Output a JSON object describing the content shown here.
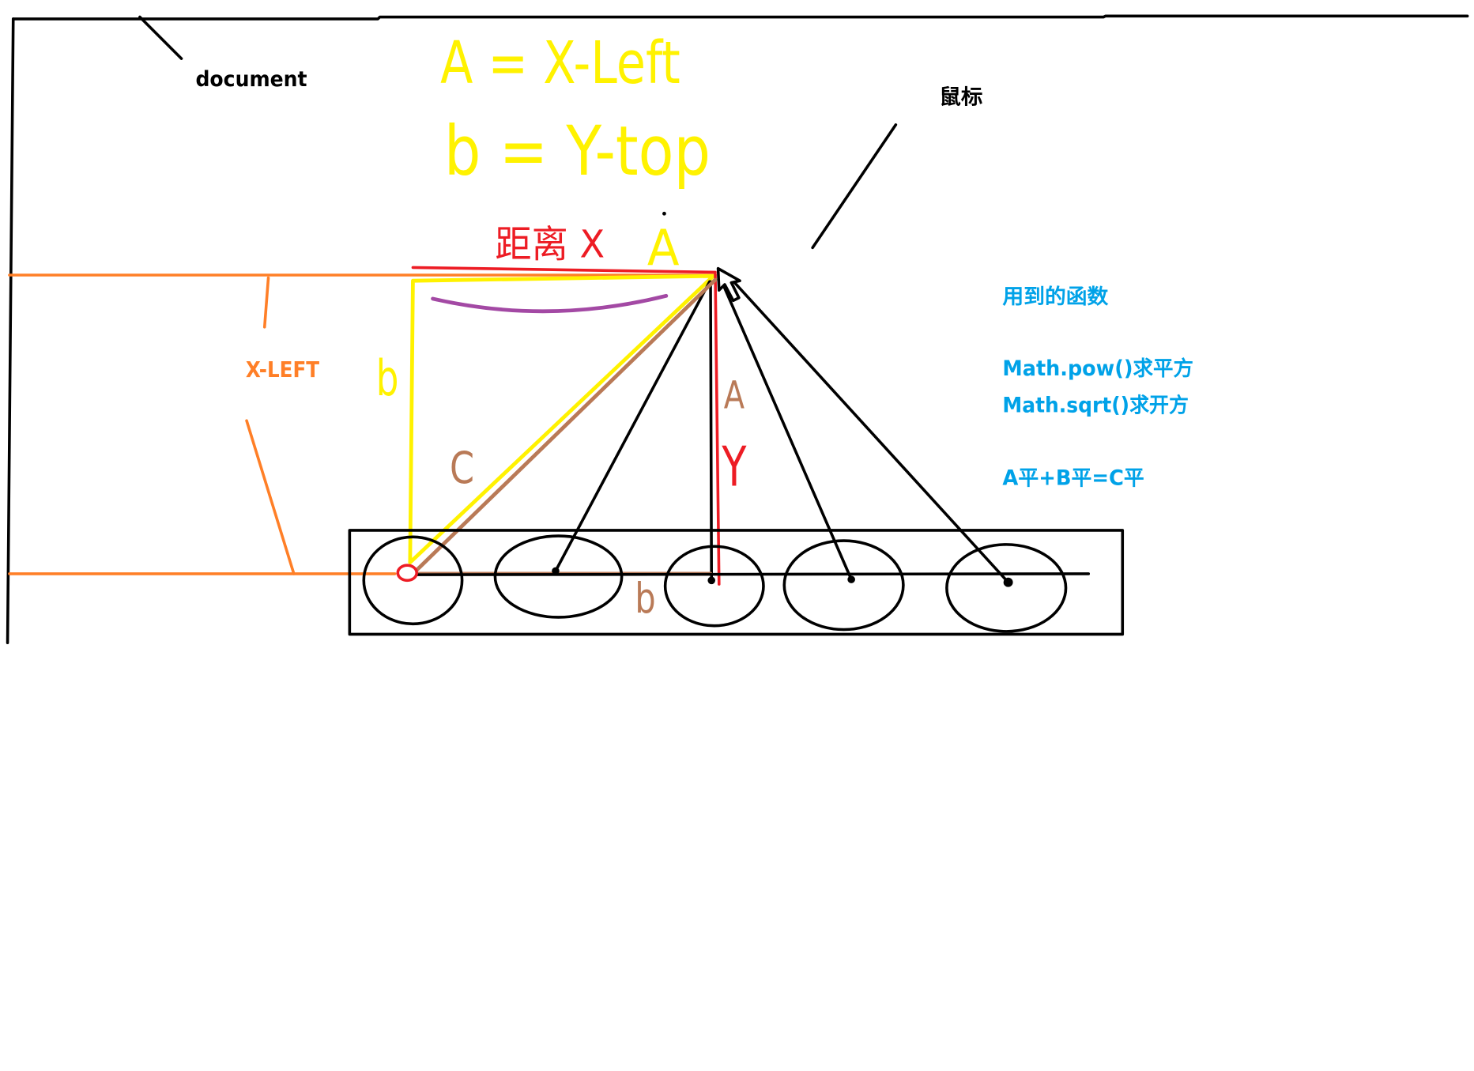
{
  "diagram": {
    "document_label": "document",
    "mouse_label": "鼠标",
    "formula_a": "A = X-Left",
    "formula_b": "b = Y-top",
    "distance_x_label": "距离 X",
    "top_a_label": "A",
    "x_left_label": "X-LEFT",
    "yellow_b_label": "b",
    "brown_c_label": "C",
    "brown_a_label": "A",
    "y_label": "Y",
    "brown_b_label": "b"
  },
  "notes": {
    "title": "用到的函数",
    "pow": "Math.pow()求平方",
    "sqrt": "Math.sqrt()求开方",
    "pythagoras": "A平+B平=C平"
  },
  "colors": {
    "black": "#000000",
    "white": "#ffffff",
    "orange": "#ff7f27",
    "yellow": "#fff200",
    "red": "#ed1c24",
    "brown": "#b97a57",
    "purple": "#a349a4",
    "blue": "#00a2e8"
  }
}
